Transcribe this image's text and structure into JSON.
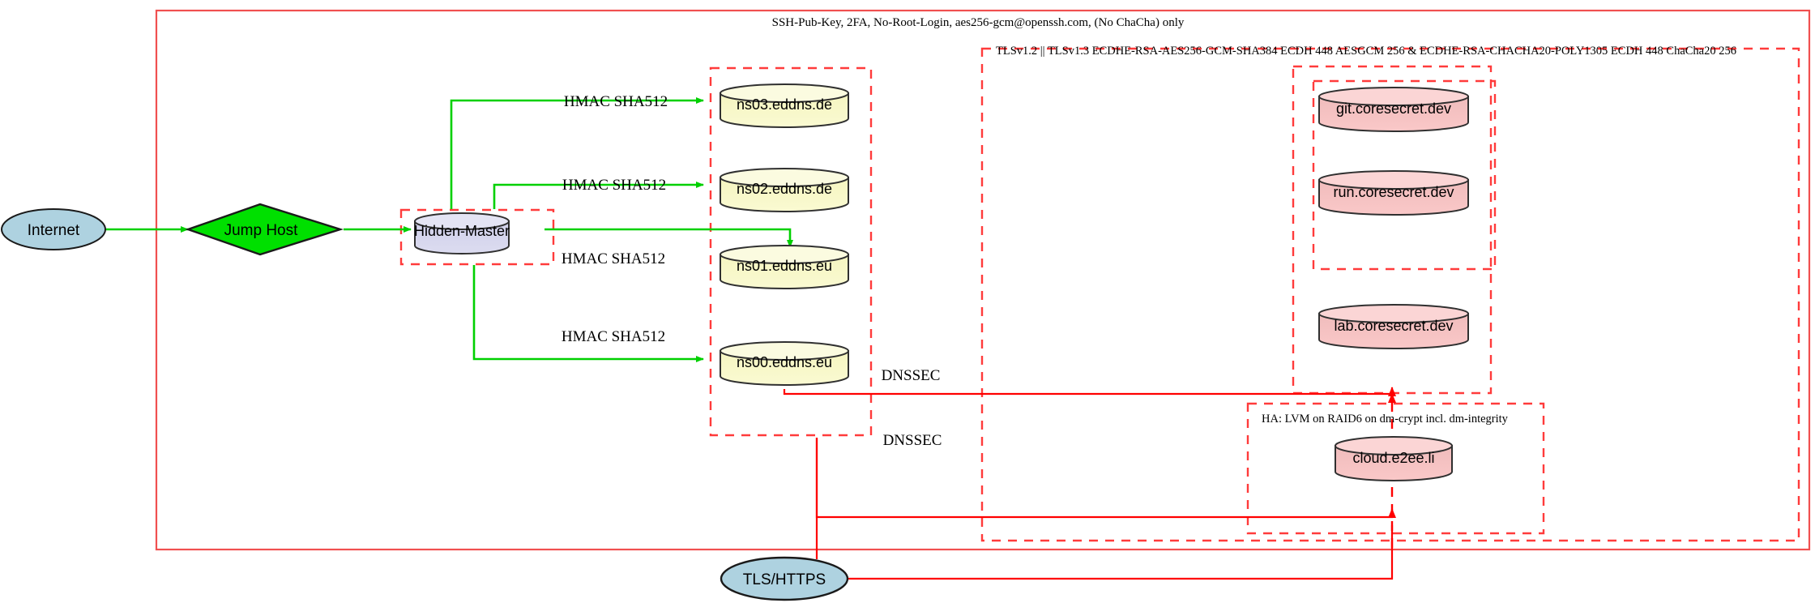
{
  "diagram": {
    "title_note": "SSH-Pub-Key, 2FA, No-Root-Login, aes256-gcm@openssh.com, (No ChaCha) only",
    "tls_note": "TLSv1.2 || TLSv1.3 ECDHE-RSA-AES256-GCM-SHA384 ECDH 448 AESGCM 256 & ECDHE-RSA-CHACHA20-POLY1305 ECDH 448 ChaCha20 256",
    "ha_note": "HA: LVM on RAID6 on dm-crypt incl. dm-integrity"
  },
  "nodes": {
    "internet": "Internet",
    "jump_host": "Jump Host",
    "hidden_master": "Hidden-Master",
    "tls_https": "TLS/HTTPS",
    "ns03": "ns03.eddns.de",
    "ns02": "ns02.eddns.de",
    "ns01": "ns01.eddns.eu",
    "ns00": "ns00.eddns.eu",
    "git": "git.coresecret.dev",
    "run": "run.coresecret.dev",
    "lab": "lab.coresecret.dev",
    "cloud": "cloud.e2ee.li"
  },
  "edge_labels": {
    "hmac_ns03": "HMAC SHA512",
    "hmac_ns02": "HMAC SHA512",
    "hmac_ns01": "HMAC SHA512",
    "hmac_ns00": "HMAC SHA512",
    "dnssec_upper": "DNSSEC",
    "dnssec_lower": "DNSSEC"
  },
  "colors": {
    "boundary_red": "#ff0000",
    "boundary_red_soft": "#f05050",
    "flow_green": "#00d000",
    "ellipse_fill": "#aed2e0",
    "diamond_fill": "#00e000",
    "master_fill": "#dcdcf0",
    "dns_fill": "#fafad2",
    "service_fill": "#fac8c8",
    "stroke_dark": "#303030",
    "text_black": "#000000"
  }
}
